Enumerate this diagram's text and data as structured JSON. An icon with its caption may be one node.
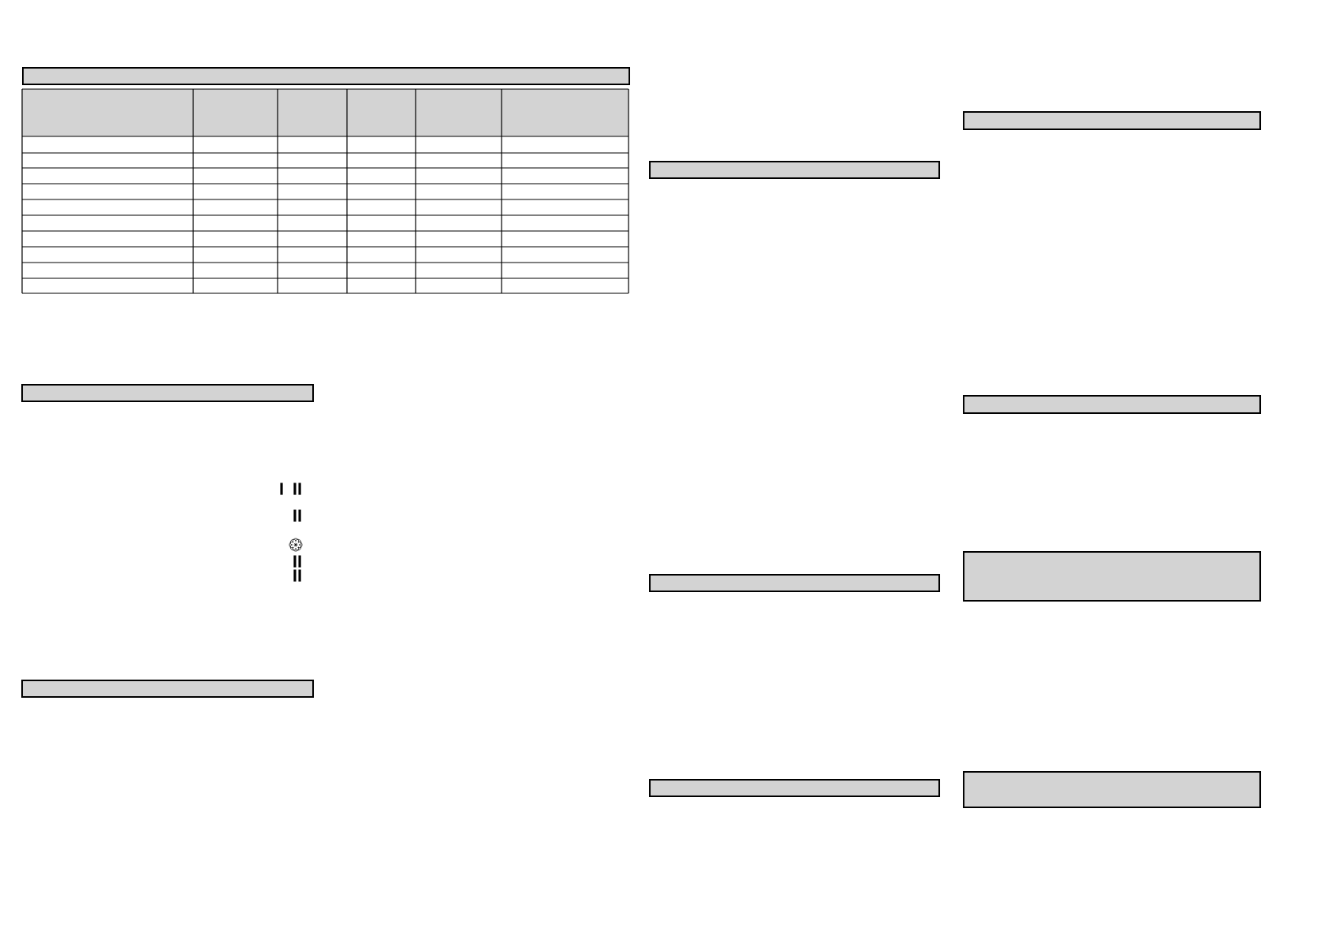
{
  "diagram": {
    "labels": [
      "I",
      "II",
      "II",
      "II",
      "II"
    ]
  }
}
